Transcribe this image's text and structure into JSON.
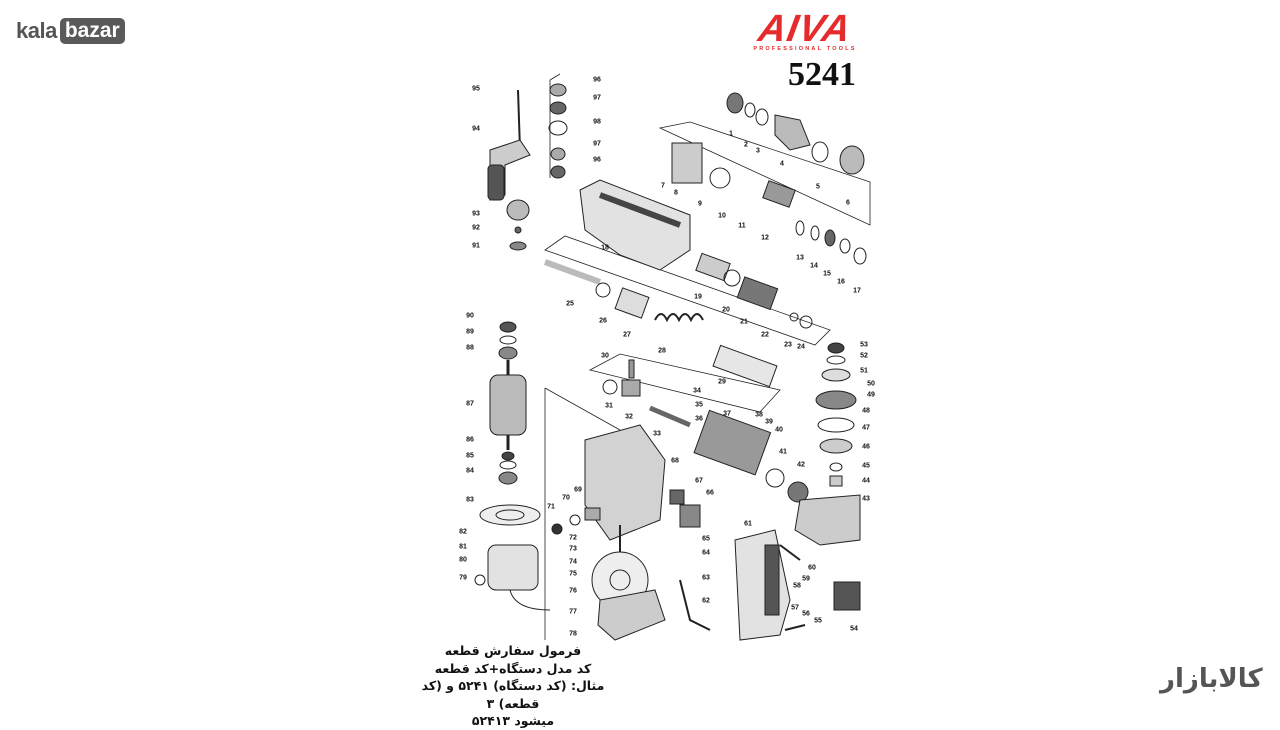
{
  "site_logo": {
    "part1": "kala",
    "part2": "bazar"
  },
  "brand": {
    "name": "AIVA",
    "tagline": "PROFESSIONAL TOOLS"
  },
  "model_number": "5241",
  "order_form": {
    "title": "فرمول سفارش قطعه",
    "formula": "کد مدل دستگاه+کد قطعه",
    "example": "مثال: (کد دستگاه) ۵۲۴۱ و (کد قطعه) ۳",
    "result": "میشود ۵۲۴۱۳"
  },
  "watermark_logo": "کالابازار",
  "part_labels": [
    "95",
    "96",
    "97",
    "98",
    "97",
    "96",
    "94",
    "93",
    "92",
    "91",
    "1",
    "2",
    "3",
    "4",
    "5",
    "6",
    "7",
    "8",
    "9",
    "10",
    "11",
    "12",
    "13",
    "14",
    "15",
    "16",
    "17",
    "18",
    "19",
    "20",
    "21",
    "22",
    "23",
    "24",
    "25",
    "26",
    "27",
    "28",
    "29",
    "30",
    "31",
    "32",
    "33",
    "34",
    "35",
    "36",
    "37",
    "38",
    "39",
    "40",
    "41",
    "42",
    "53",
    "52",
    "51",
    "50",
    "49",
    "48",
    "47",
    "46",
    "45",
    "44",
    "43",
    "90",
    "89",
    "88",
    "87",
    "86",
    "85",
    "84",
    "83",
    "82",
    "81",
    "80",
    "79",
    "68",
    "67",
    "66",
    "65",
    "64",
    "63",
    "62",
    "71",
    "70",
    "69",
    "72",
    "73",
    "74",
    "75",
    "76",
    "77",
    "78",
    "61",
    "60",
    "59",
    "58",
    "57",
    "56",
    "55",
    "54"
  ]
}
